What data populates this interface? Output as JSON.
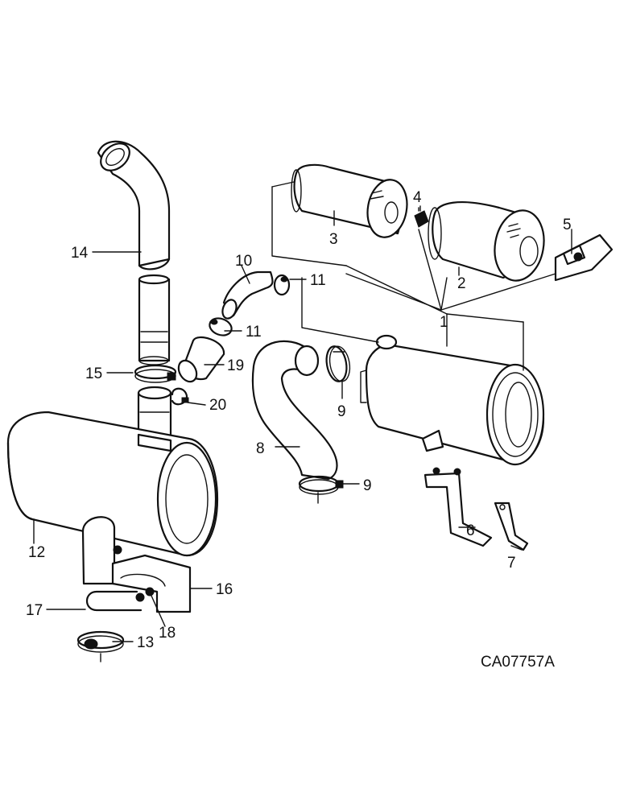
{
  "diagram": {
    "drawing_code": "CA07757A",
    "callouts": {
      "c1": "1",
      "c2": "2",
      "c3": "3",
      "c4": "4",
      "c5": "5",
      "c6": "6",
      "c7": "7",
      "c8": "8",
      "c9a": "9",
      "c9b": "9",
      "c10": "10",
      "c11a": "11",
      "c11b": "11",
      "c12": "12",
      "c13": "13",
      "c14": "14",
      "c15": "15",
      "c16": "16",
      "c17": "17",
      "c18": "18",
      "c19": "19",
      "c20": "20"
    }
  }
}
